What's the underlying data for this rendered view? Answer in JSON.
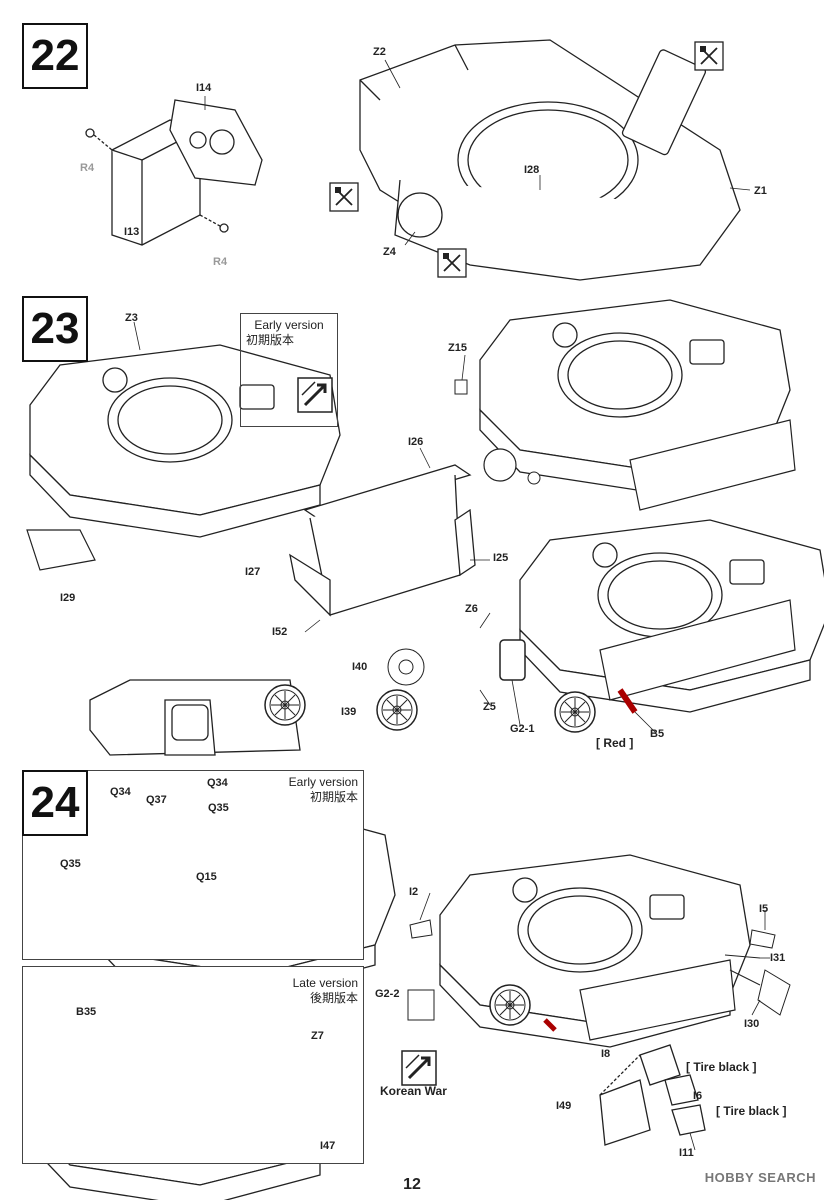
{
  "steps": {
    "s22": "22",
    "s23": "23",
    "s24": "24"
  },
  "labels": {
    "I14": "I14",
    "R4a": "R4",
    "I13": "I13",
    "R4b": "R4",
    "Z2": "Z2",
    "I28": "I28",
    "Z1": "Z1",
    "Z4": "Z4",
    "Z3": "Z3",
    "I29": "I29",
    "Z15": "Z15",
    "I26": "I26",
    "I25": "I25",
    "I27": "I27",
    "I52": "I52",
    "Z6": "Z6",
    "I40": "I40",
    "I39": "I39",
    "Z5": "Z5",
    "G21": "G2-1",
    "B5": "B5",
    "Q34a": "Q34",
    "Q37": "Q37",
    "Q34b": "Q34",
    "Q35a": "Q35",
    "Q35b": "Q35",
    "Q15": "Q15",
    "B35": "B35",
    "Z7": "Z7",
    "I47": "I47",
    "I2": "I2",
    "I5": "I5",
    "I31": "I31",
    "I30": "I30",
    "G22": "G2-2",
    "I8": "I8",
    "I6": "I6",
    "I49": "I49",
    "I11": "I11"
  },
  "versions": {
    "early_en": "Early version",
    "early_jp": "初期版本",
    "late_en": "Late version",
    "late_jp": "後期版本"
  },
  "notes": {
    "red": "[ Red ]",
    "tire1": "[ Tire black ]",
    "tire2": "[ Tire black ]",
    "korean": "Korean War"
  },
  "page_number": "12",
  "watermark": "HOBBY SEARCH",
  "icons": [
    "cut-parts-icon",
    "version-arrow-icon"
  ]
}
